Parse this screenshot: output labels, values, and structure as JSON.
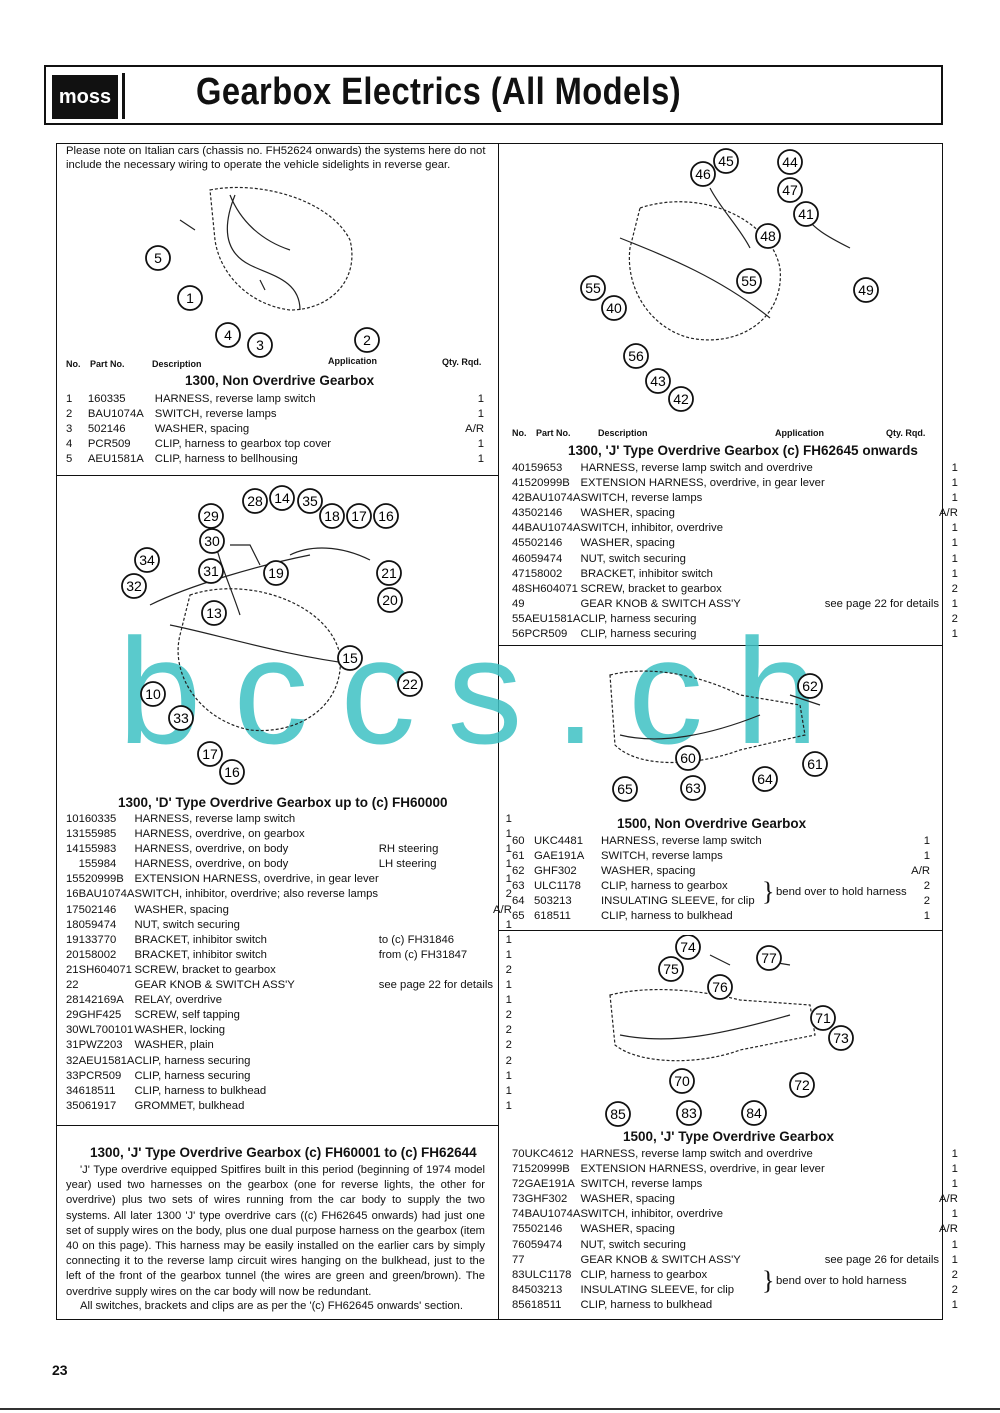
{
  "header": {
    "logo": "moss",
    "title": "Gearbox Electrics (All Models)"
  },
  "note": "Please note on Italian cars (chassis no. FH52624 onwards) the systems here do not include the necessary wiring to operate the vehicle sidelights in reverse gear.",
  "columns": {
    "no": "No.",
    "part": "Part No.",
    "desc": "Description",
    "app": "Application",
    "qty": "Qty. Rqd."
  },
  "sections": {
    "s1300_non": {
      "title": "1300, Non Overdrive Gearbox",
      "rows": [
        {
          "no": "1",
          "part": "160335",
          "desc": "HARNESS, reverse lamp switch",
          "app": "",
          "qty": "1"
        },
        {
          "no": "2",
          "part": "BAU1074A",
          "desc": "SWITCH, reverse lamps",
          "app": "",
          "qty": "1"
        },
        {
          "no": "3",
          "part": "502146",
          "desc": "WASHER, spacing",
          "app": "",
          "qty": "A/R"
        },
        {
          "no": "4",
          "part": "PCR509",
          "desc": "CLIP, harness to gearbox top cover",
          "app": "",
          "qty": "1"
        },
        {
          "no": "5",
          "part": "AEU1581A",
          "desc": "CLIP, harness to bellhousing",
          "app": "",
          "qty": "1"
        }
      ]
    },
    "s1300_d": {
      "title": "1300, 'D' Type Overdrive Gearbox up to (c) FH60000",
      "rows": [
        {
          "no": "10",
          "part": "160335",
          "desc": "HARNESS, reverse lamp switch",
          "app": "",
          "qty": "1"
        },
        {
          "no": "13",
          "part": "155985",
          "desc": "HARNESS, overdrive, on gearbox",
          "app": "",
          "qty": "1"
        },
        {
          "no": "14",
          "part": "155983",
          "desc": "HARNESS, overdrive, on body",
          "app": "RH steering",
          "qty": "1"
        },
        {
          "no": "",
          "part": "155984",
          "desc": "HARNESS, overdrive, on body",
          "app": "LH steering",
          "qty": "1"
        },
        {
          "no": "15",
          "part": "520999B",
          "desc": "EXTENSION HARNESS, overdrive, in gear lever",
          "app": "",
          "qty": "1"
        },
        {
          "no": "16",
          "part": "BAU1074A",
          "desc": "SWITCH, inhibitor, overdrive; also reverse lamps",
          "app": "",
          "qty": "2"
        },
        {
          "no": "17",
          "part": "502146",
          "desc": "WASHER, spacing",
          "app": "",
          "qty": "A/R"
        },
        {
          "no": "18",
          "part": "059474",
          "desc": "NUT, switch securing",
          "app": "",
          "qty": "1"
        },
        {
          "no": "19",
          "part": "133770",
          "desc": "BRACKET, inhibitor switch",
          "app": "to (c) FH31846",
          "qty": "1"
        },
        {
          "no": "20",
          "part": "158002",
          "desc": "BRACKET, inhibitor switch",
          "app": "from (c) FH31847",
          "qty": "1"
        },
        {
          "no": "21",
          "part": "SH604071",
          "desc": "SCREW, bracket to gearbox",
          "app": "",
          "qty": "2"
        },
        {
          "no": "22",
          "part": "",
          "desc": "GEAR KNOB & SWITCH ASS'Y",
          "app": "see page 22 for details",
          "qty": "1"
        },
        {
          "no": "28",
          "part": "142169A",
          "desc": "RELAY, overdrive",
          "app": "",
          "qty": "1"
        },
        {
          "no": "29",
          "part": "GHF425",
          "desc": "SCREW, self tapping",
          "app": "",
          "qty": "2"
        },
        {
          "no": "30",
          "part": "WL700101",
          "desc": "WASHER, locking",
          "app": "",
          "qty": "2"
        },
        {
          "no": "31",
          "part": "PWZ203",
          "desc": "WASHER, plain",
          "app": "",
          "qty": "2"
        },
        {
          "no": "32",
          "part": "AEU1581A",
          "desc": "CLIP, harness securing",
          "app": "",
          "qty": "2"
        },
        {
          "no": "33",
          "part": "PCR509",
          "desc": "CLIP, harness securing",
          "app": "",
          "qty": "1"
        },
        {
          "no": "34",
          "part": "618511",
          "desc": "CLIP, harness to bulkhead",
          "app": "",
          "qty": "1"
        },
        {
          "no": "35",
          "part": "061917",
          "desc": "GROMMET, bulkhead",
          "app": "",
          "qty": "1"
        }
      ]
    },
    "s1300_j_early": {
      "title": "1300, 'J' Type Overdrive Gearbox (c) FH60001 to (c) FH62644",
      "para1": "'J' Type overdrive equipped Spitfires built in this period (beginning of 1974 model year) used two harnesses on the gearbox (one for reverse lights, the other for overdrive) plus two sets of wires running from the car body to supply the two systems. All later 1300 'J' type overdrive cars ((c) FH62645 onwards) had just one set of supply wires on the body, plus one dual purpose harness on the gearbox (item 40 on this page). This harness may be easily installed on the earlier cars by simply connecting it to the reverse lamp circuit wires hanging on the bulkhead, just to the left of the front of the gearbox tunnel (the wires are green and green/brown). The overdrive supply wires on the car body will now be redundant.",
      "para2": "All switches, brackets and clips are as per the '(c) FH62645 onwards' section."
    },
    "s1300_j": {
      "title": "1300, 'J' Type Overdrive Gearbox (c) FH62645 onwards",
      "rows": [
        {
          "no": "40",
          "part": "159653",
          "desc": "HARNESS, reverse lamp switch and overdrive",
          "app": "",
          "qty": "1"
        },
        {
          "no": "41",
          "part": "520999B",
          "desc": "EXTENSION HARNESS, overdrive, in gear lever",
          "app": "",
          "qty": "1"
        },
        {
          "no": "42",
          "part": "BAU1074A",
          "desc": "SWITCH, reverse lamps",
          "app": "",
          "qty": "1"
        },
        {
          "no": "43",
          "part": "502146",
          "desc": "WASHER, spacing",
          "app": "",
          "qty": "A/R"
        },
        {
          "no": "44",
          "part": "BAU1074A",
          "desc": "SWITCH, inhibitor, overdrive",
          "app": "",
          "qty": "1"
        },
        {
          "no": "45",
          "part": "502146",
          "desc": "WASHER, spacing",
          "app": "",
          "qty": "1"
        },
        {
          "no": "46",
          "part": "059474",
          "desc": "NUT, switch securing",
          "app": "",
          "qty": "1"
        },
        {
          "no": "47",
          "part": "158002",
          "desc": "BRACKET, inhibitor switch",
          "app": "",
          "qty": "1"
        },
        {
          "no": "48",
          "part": "SH604071",
          "desc": "SCREW, bracket to gearbox",
          "app": "",
          "qty": "2"
        },
        {
          "no": "49",
          "part": "",
          "desc": "GEAR KNOB & SWITCH ASS'Y",
          "app": "see page 22 for details",
          "qty": "1"
        },
        {
          "no": "55",
          "part": "AEU1581A",
          "desc": "CLIP, harness securing",
          "app": "",
          "qty": "2"
        },
        {
          "no": "56",
          "part": "PCR509",
          "desc": "CLIP, harness securing",
          "app": "",
          "qty": "1"
        }
      ]
    },
    "s1500_non": {
      "title": "1500, Non Overdrive Gearbox",
      "brace_note": "bend over to hold harness",
      "rows": [
        {
          "no": "60",
          "part": "UKC4481",
          "desc": "HARNESS, reverse lamp switch",
          "app": "",
          "qty": "1"
        },
        {
          "no": "61",
          "part": "GAE191A",
          "desc": "SWITCH, reverse lamps",
          "app": "",
          "qty": "1"
        },
        {
          "no": "62",
          "part": "GHF302",
          "desc": "WASHER, spacing",
          "app": "",
          "qty": "A/R"
        },
        {
          "no": "63",
          "part": "ULC1178",
          "desc": "CLIP, harness to gearbox",
          "app": "",
          "qty": "2"
        },
        {
          "no": "64",
          "part": "503213",
          "desc": "INSULATING SLEEVE, for clip",
          "app": "",
          "qty": "2"
        },
        {
          "no": "65",
          "part": "618511",
          "desc": "CLIP, harness to bulkhead",
          "app": "",
          "qty": "1"
        }
      ]
    },
    "s1500_j": {
      "title": "1500, 'J' Type Overdrive Gearbox",
      "brace_note": "bend over to hold harness",
      "rows": [
        {
          "no": "70",
          "part": "UKC4612",
          "desc": "HARNESS, reverse lamp switch and overdrive",
          "app": "",
          "qty": "1"
        },
        {
          "no": "71",
          "part": "520999B",
          "desc": "EXTENSION HARNESS, overdrive, in gear lever",
          "app": "",
          "qty": "1"
        },
        {
          "no": "72",
          "part": "GAE191A",
          "desc": "SWITCH, reverse lamps",
          "app": "",
          "qty": "1"
        },
        {
          "no": "73",
          "part": "GHF302",
          "desc": "WASHER, spacing",
          "app": "",
          "qty": "A/R"
        },
        {
          "no": "74",
          "part": "BAU1074A",
          "desc": "SWITCH, inhibitor, overdrive",
          "app": "",
          "qty": "1"
        },
        {
          "no": "75",
          "part": "502146",
          "desc": "WASHER, spacing",
          "app": "",
          "qty": "A/R"
        },
        {
          "no": "76",
          "part": "059474",
          "desc": "NUT, switch securing",
          "app": "",
          "qty": "1"
        },
        {
          "no": "77",
          "part": "",
          "desc": "GEAR KNOB & SWITCH ASS'Y",
          "app": "see page 26 for details",
          "qty": "1"
        },
        {
          "no": "83",
          "part": "ULC1178",
          "desc": "CLIP, harness to gearbox",
          "app": "",
          "qty": "2"
        },
        {
          "no": "84",
          "part": "503213",
          "desc": "INSULATING SLEEVE, for clip",
          "app": "",
          "qty": "2"
        },
        {
          "no": "85",
          "part": "618511",
          "desc": "CLIP, harness to bulkhead",
          "app": "",
          "qty": "1"
        }
      ]
    }
  },
  "callouts": {
    "d1": [
      "5",
      "1",
      "4",
      "3",
      "2"
    ],
    "d2": [
      "28",
      "14",
      "35",
      "18",
      "17",
      "16",
      "29",
      "30",
      "34",
      "31",
      "19",
      "21",
      "32",
      "13",
      "20",
      "15",
      "22",
      "10",
      "33",
      "17",
      "16"
    ],
    "d3": [
      "45",
      "44",
      "46",
      "47",
      "41",
      "48",
      "49",
      "55",
      "55",
      "40",
      "56",
      "43",
      "42"
    ],
    "d4": [
      "62",
      "60",
      "61",
      "65",
      "63",
      "64"
    ],
    "d5": [
      "74",
      "77",
      "75",
      "76",
      "71",
      "73",
      "72",
      "70",
      "85",
      "83",
      "84"
    ]
  },
  "watermark": "bccs.ch",
  "page_number": "23"
}
